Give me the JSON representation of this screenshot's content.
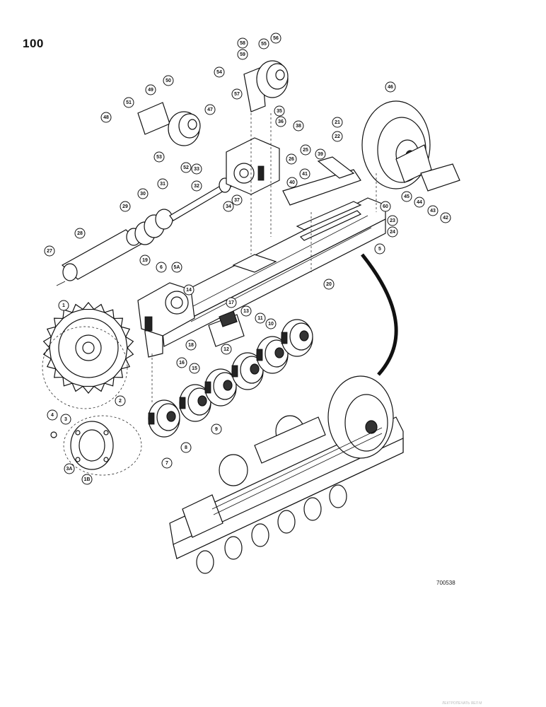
{
  "page_number": "100",
  "figure_code": "700538",
  "scan_mark": "ЛЕКТРОПЕЧАТЬ ЯЕЛ М",
  "callouts": [
    "1",
    "2",
    "3",
    "3A",
    "1B",
    "4",
    "5",
    "6",
    "7",
    "8",
    "9",
    "10",
    "11",
    "12",
    "13",
    "14",
    "15",
    "16",
    "17",
    "18",
    "19",
    "20",
    "21",
    "22",
    "23",
    "24",
    "25",
    "26",
    "27",
    "28",
    "29",
    "30",
    "31",
    "32",
    "33",
    "34",
    "35",
    "36",
    "37",
    "38",
    "39",
    "40",
    "41",
    "42",
    "43",
    "44",
    "45",
    "46",
    "47",
    "48",
    "49",
    "50",
    "51",
    "52",
    "53",
    "54",
    "55",
    "56",
    "57",
    "58",
    "59",
    "60",
    "5A"
  ]
}
